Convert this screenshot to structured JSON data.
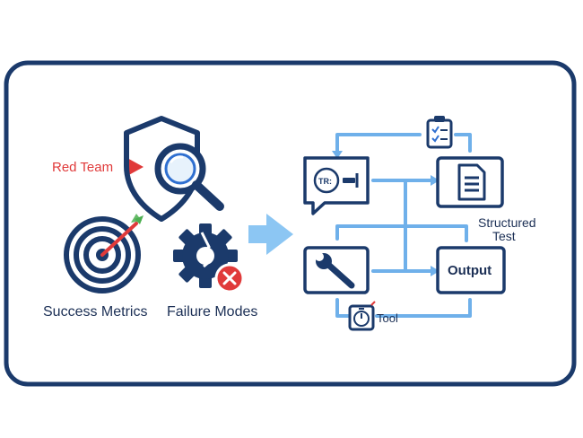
{
  "labels": {
    "red_team": "Red Team",
    "success_metrics": "Success Metrics",
    "failure_modes": "Failure Modes",
    "structured_test_line1": "Structured",
    "structured_test_line2": "Test",
    "output": "Output",
    "tool": "Tool",
    "chat_glyph": "TR:"
  },
  "colors": {
    "navy": "#1b3a6b",
    "blue": "#2f6fd0",
    "light_blue": "#6fb0ea",
    "arrow_blue": "#8cc6f3",
    "red": "#e03a3a",
    "green": "#4caf50"
  },
  "icons": [
    "shield-icon",
    "magnifier-icon",
    "target-icon",
    "gear-icon",
    "error-icon",
    "chat-icon",
    "clipboard-icon",
    "document-icon",
    "wrench-icon",
    "timer-icon"
  ]
}
